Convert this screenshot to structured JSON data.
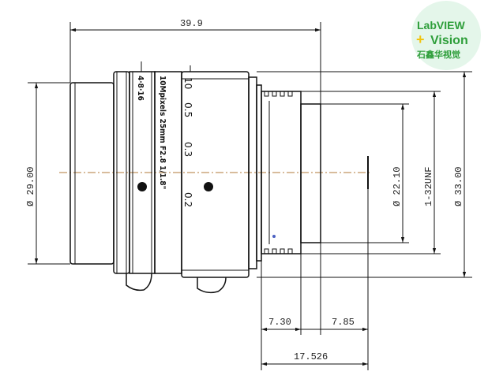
{
  "dimensions": {
    "overall_length": "39.9",
    "body_diameter": "Ø 29.00",
    "mount_diameter": "Ø 22.10",
    "max_diameter": "Ø 33.00",
    "thread": "1-32UNF",
    "flange_to_front": "7.30",
    "mount_length": "7.85",
    "flange_back": "17.526"
  },
  "lens_markings": {
    "iris_ring": "4·8·16",
    "model_text": "10Mpixels 25mm F2.8 1/1.8\"",
    "distance_scale": [
      "10",
      "0.5",
      "0.3",
      "0.2"
    ]
  },
  "logo": {
    "line1": "LabVIEW",
    "line2": "Vision",
    "plus": "+",
    "cn": "石鑫华视觉",
    "colors": {
      "green": "#2e9e3a",
      "yellow": "#f1c40f",
      "circle": "#e4f6ea"
    }
  },
  "colors": {
    "line": "#111111",
    "centerline": "#b07a3a",
    "dimension": "#222222"
  }
}
